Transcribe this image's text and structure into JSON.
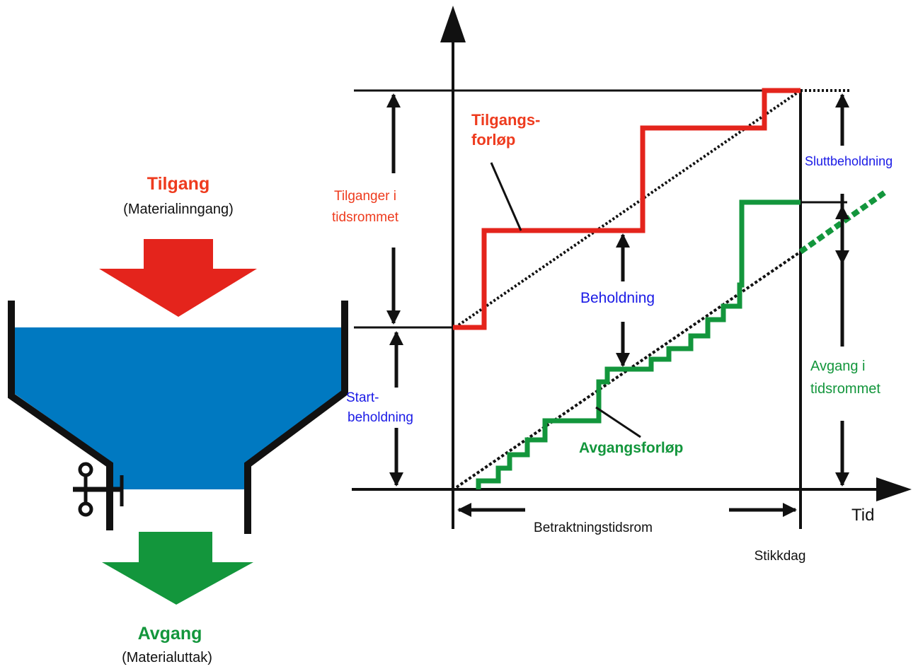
{
  "colors": {
    "red": "#e4241c",
    "green": "#13963c",
    "blue": "#0079c1",
    "blue_text": "#1a1ae6",
    "black": "#111111",
    "red_text": "#ee3b1e"
  },
  "tank": {
    "inflow_title": "Tilgang",
    "inflow_sub": "(Materialinngang)",
    "outflow_title": "Avgang",
    "outflow_sub": "(Materialuttak)",
    "valve_icon": "valve-icon"
  },
  "graph": {
    "tilganger_line1": "Tilganger i",
    "tilganger_line2": "tidsrommet",
    "start_line1": "Start-",
    "start_line2": "beholdning",
    "tilgangsforlop_line1": "Tilgangs-",
    "tilgangsforlop_line2": "forløp",
    "beholdning": "Beholdning",
    "avgangsforlop": "Avgangsforløp",
    "sluttbeholdning": "Sluttbeholdning",
    "avgang_line1": "Avgang i",
    "avgang_line2": "tidsrommet",
    "time_axis": "Tid",
    "period": "Betraktningstidsrom",
    "reference_date": "Stikkdag"
  }
}
